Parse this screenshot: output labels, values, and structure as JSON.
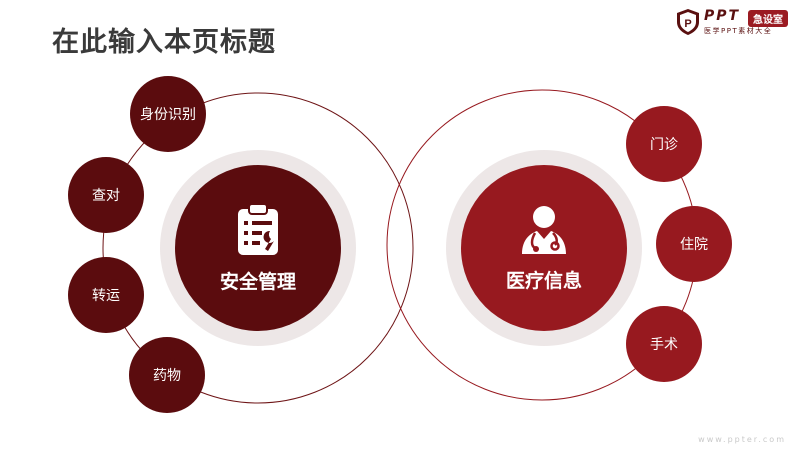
{
  "title": "在此输入本页标题",
  "logo": {
    "mark": "P",
    "name": "PPT",
    "badge": "急设室",
    "subtitle": "医学PPT素材大全"
  },
  "left": {
    "hub_label": "安全管理",
    "hub_icon": "clipboard-wrench-icon",
    "items": [
      "身份识别",
      "查对",
      "转运",
      "药物"
    ]
  },
  "right": {
    "hub_label": "医疗信息",
    "hub_icon": "doctor-icon",
    "items": [
      "门诊",
      "住院",
      "手术"
    ]
  },
  "footer": "www.ppter.com",
  "colors": {
    "dark": "#5b0c0e",
    "red": "#97191f",
    "ring": "#ede7e7",
    "title": "#3a3a3a"
  }
}
